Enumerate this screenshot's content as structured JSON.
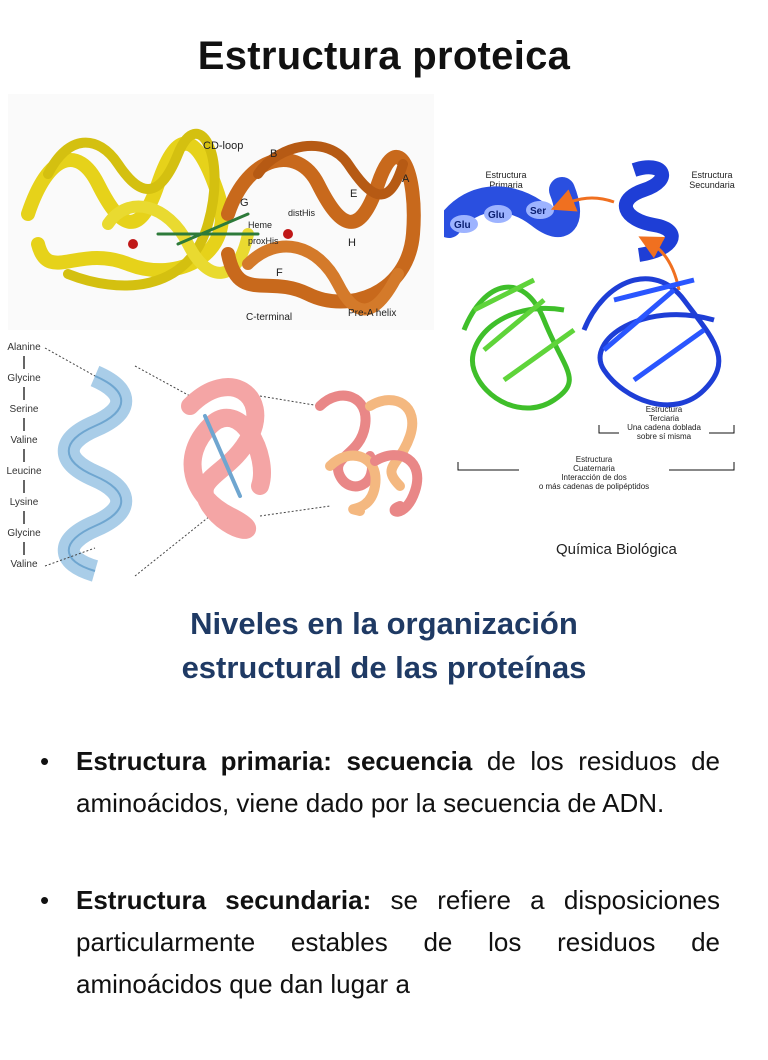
{
  "title": "Estructura proteica",
  "figure_hemo": {
    "labels": [
      "CD-loop",
      "B",
      "E",
      "A",
      "G",
      "distHis",
      "Heme",
      "proxHis",
      "H",
      "F",
      "C-terminal",
      "Pre-A helix"
    ]
  },
  "figure_levels": {
    "primaria": "Estructura\nPrimaria",
    "secundaria": "Estructura\nSecundaria",
    "residues": [
      "Glu",
      "Glu",
      "Ser"
    ],
    "terciaria": "Estructura\nTerciaria\nUna cadena doblada\nsobre sí misma",
    "cuaternaria": "Estructura\nCuaternaria\nInteracción de dos\no más cadenas de polipéptidos"
  },
  "figure_helix": {
    "amino_acids": [
      "Alanine",
      "Glycine",
      "Serine",
      "Valine",
      "Leucine",
      "Lysine",
      "Glycine",
      "Valine"
    ]
  },
  "caption": "Química Biológica",
  "subtitle_line1": "Niveles en la organización",
  "subtitle_line2": "estructural de las proteínas",
  "bullets": [
    {
      "bold1": "Estructura primaria:",
      "bold2": " secuencia",
      "text": " de los residuos de aminoácidos, viene dado por la secuencia de ADN."
    },
    {
      "bold1": "Estructura secundaria:",
      "bold2": "",
      "text": " se refiere a disposiciones particularmente estables de los residuos de aminoácidos que dan lugar a"
    }
  ],
  "colors": {
    "title": "#111111",
    "subtitle": "#1f3a64",
    "yellow": "#e6d21a",
    "orange": "#c8691c",
    "blue": "#1e3ed6",
    "green": "#3fbf2a",
    "pink": "#f0a0a0"
  }
}
